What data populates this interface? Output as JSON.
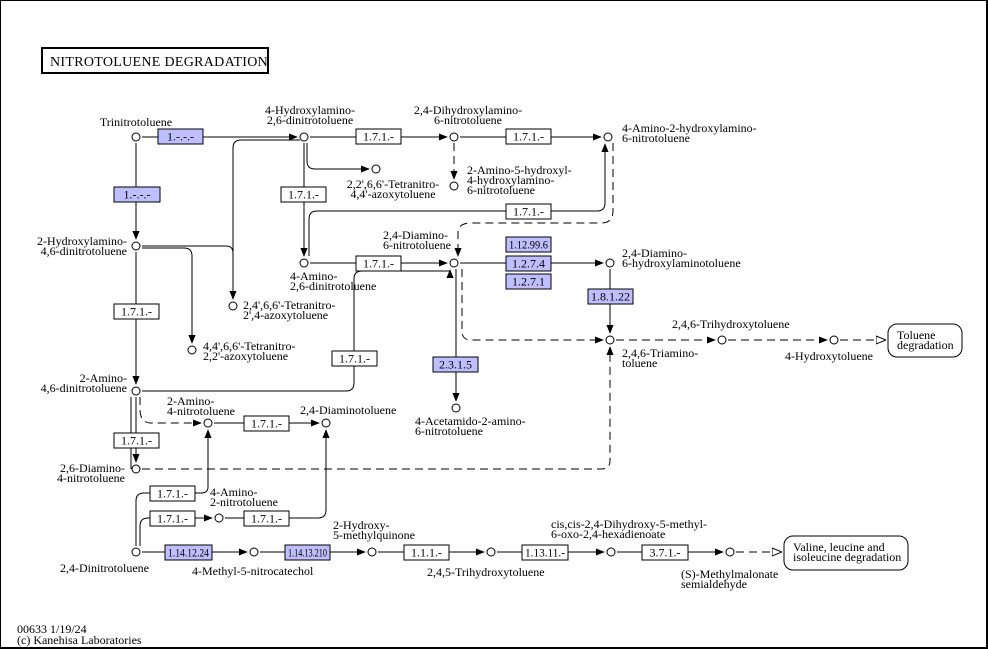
{
  "title": "NITROTOLUENE  DEGRADATION",
  "footer": {
    "map_id_date": "00633 1/19/24",
    "copyright": "(c) Kanehisa Laboratories"
  },
  "colors": {
    "enzyme_active": "#bfbfff",
    "enzyme_inactive": "#ffffff",
    "line": "#000000"
  },
  "compounds": [
    {
      "id": "tnt",
      "lines": [
        "Trinitrotoluene"
      ]
    },
    {
      "id": "4ha26dnt",
      "lines": [
        "4-Hydroxylamino-",
        "2,6-dinitrotoluene"
      ]
    },
    {
      "id": "24dha6nt",
      "lines": [
        "2,4-Dihydroxylamino-",
        "6-nitrotoluene"
      ]
    },
    {
      "id": "4a2ha6nt",
      "lines": [
        "4-Amino-2-hydroxylamino-",
        "6-nitrotoluene"
      ]
    },
    {
      "id": "tetra44azoxy",
      "lines": [
        "2,2',6,6'-Tetranitro-",
        "4,4'-azoxytoluene"
      ]
    },
    {
      "id": "a5h4ha6nt",
      "lines": [
        "2-Amino-5-hydroxyl-",
        "4-hydroxylamino-",
        "6-nitrotoluene"
      ]
    },
    {
      "id": "2ha46dnt",
      "lines": [
        "2-Hydroxylamino-",
        "4,6-dinitrotoluene"
      ]
    },
    {
      "id": "4a26dnt",
      "lines": [
        "4-Amino-",
        "2,6-dinitrotoluene"
      ]
    },
    {
      "id": "24da6nt",
      "lines": [
        "2,4-Diamino-",
        "6-nitrotoluene"
      ]
    },
    {
      "id": "24da6hat",
      "lines": [
        "2,4-Diamino-",
        "6-hydroxylaminotoluene"
      ]
    },
    {
      "id": "tetra24azoxy",
      "lines": [
        "2,4',6,6'-Tetranitro-",
        "2',4-azoxytoluene"
      ]
    },
    {
      "id": "tetra22azoxy",
      "lines": [
        "4,4',6,6'-Tetranitro-",
        "2,2'-azoxytoluene"
      ]
    },
    {
      "id": "246tht",
      "lines": [
        "2,4,6-Trihydroxytoluene"
      ]
    },
    {
      "id": "246tat",
      "lines": [
        "2,4,6-Triamino-",
        "toluene"
      ]
    },
    {
      "id": "4ht",
      "lines": [
        "4-Hydroxytoluene"
      ]
    },
    {
      "id": "2a46dnt",
      "lines": [
        "2-Amino-",
        "4,6-dinitrotoluene"
      ]
    },
    {
      "id": "2a4nt",
      "lines": [
        "2-Amino-",
        "4-nitrotoluene"
      ]
    },
    {
      "id": "24dat",
      "lines": [
        "2,4-Diaminotoluene"
      ]
    },
    {
      "id": "4acet",
      "lines": [
        "4-Acetamido-2-amino-",
        "6-nitrotoluene"
      ]
    },
    {
      "id": "26da4nt",
      "lines": [
        "2,6-Diamino-",
        "4-nitrotoluene"
      ]
    },
    {
      "id": "4a2nt",
      "lines": [
        "4-Amino-",
        "2-nitrotoluene"
      ]
    },
    {
      "id": "24dnt",
      "lines": [
        "2,4-Dinitrotoluene"
      ]
    },
    {
      "id": "4m5nc",
      "lines": [
        "4-Methyl-5-nitrocatechol"
      ]
    },
    {
      "id": "2h5mq",
      "lines": [
        "2-Hydroxy-",
        "5-methylquinone"
      ]
    },
    {
      "id": "245tht",
      "lines": [
        "2,4,5-Trihydroxytoluene"
      ]
    },
    {
      "id": "ccdmoh",
      "lines": [
        "cis,cis-2,4-Dihydroxy-5-methyl-",
        "6-oxo-2,4-hexadienoate"
      ]
    },
    {
      "id": "smms",
      "lines": [
        "(S)-Methylmalonate",
        "semialdehyde"
      ]
    }
  ],
  "enzymes": [
    {
      "id": "e1",
      "label": "1.-.-.-",
      "active": true
    },
    {
      "id": "e2",
      "label": "1.-.-.-",
      "active": true
    },
    {
      "id": "e3",
      "label": "1.7.1.-",
      "active": false
    },
    {
      "id": "e4",
      "label": "1.7.1.-",
      "active": false
    },
    {
      "id": "e5",
      "label": "1.7.1.-",
      "active": false
    },
    {
      "id": "e6",
      "label": "1.7.1.-",
      "active": false
    },
    {
      "id": "e7",
      "label": "1.7.1.-",
      "active": false
    },
    {
      "id": "e8",
      "label": "1.12.99.6",
      "active": true
    },
    {
      "id": "e9",
      "label": "1.2.7.4",
      "active": true
    },
    {
      "id": "e10",
      "label": "1.2.7.1",
      "active": true
    },
    {
      "id": "e11",
      "label": "1.8.1.22",
      "active": true
    },
    {
      "id": "e12",
      "label": "1.7.1.-",
      "active": false
    },
    {
      "id": "e13",
      "label": "1.7.1.-",
      "active": false
    },
    {
      "id": "e14",
      "label": "2.3.1.5",
      "active": true
    },
    {
      "id": "e15",
      "label": "1.7.1.-",
      "active": false
    },
    {
      "id": "e16",
      "label": "1.7.1.-",
      "active": false
    },
    {
      "id": "e17",
      "label": "1.7.1.-",
      "active": false
    },
    {
      "id": "e18",
      "label": "1.7.1.-",
      "active": false
    },
    {
      "id": "e19",
      "label": "1.7.1.-",
      "active": false
    },
    {
      "id": "e20",
      "label": "1.14.12.24",
      "active": true
    },
    {
      "id": "e21",
      "label": "1.14.13.210",
      "active": true
    },
    {
      "id": "e22",
      "label": "1.1.1.-",
      "active": false
    },
    {
      "id": "e23",
      "label": "1.13.11.-",
      "active": false
    },
    {
      "id": "e24",
      "label": "3.7.1.-",
      "active": false
    }
  ],
  "maps": [
    {
      "id": "m1",
      "lines": [
        "Toluene",
        "degradation"
      ]
    },
    {
      "id": "m2",
      "lines": [
        "Valine, leucine and",
        "isoleucine degradation"
      ]
    }
  ]
}
